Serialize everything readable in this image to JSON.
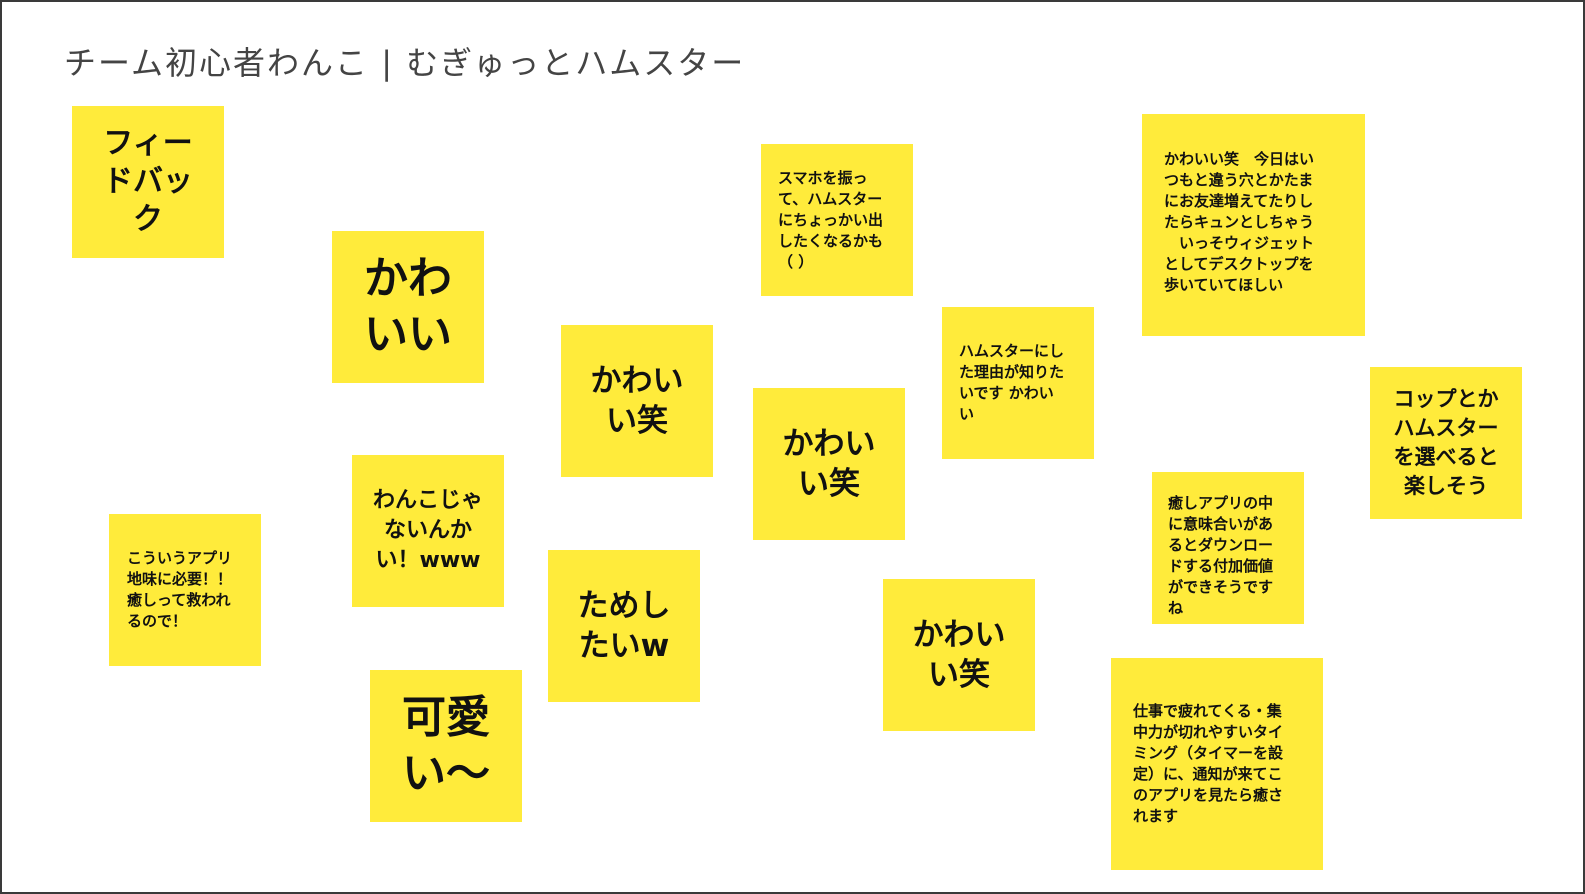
{
  "board": {
    "title": "チーム初心者わんこ | むぎゅっとハムスター",
    "note_color": "#FFEB3B",
    "notes": [
      {
        "text": "フィー\nドバッ\nク"
      },
      {
        "text": "かわ\nいい"
      },
      {
        "text": "かわい\nい笑"
      },
      {
        "text": "わんこじゃ\nないんか\nい！www"
      },
      {
        "text": "こういうアプリ\n地味に必要！！\n癒しって救われ\nるので！"
      },
      {
        "text": "ためし\nたいw"
      },
      {
        "text": "可愛\nい〜"
      },
      {
        "text": "スマホを振っ\nて、ハムスター\nにちょっかい出\nしたくなるかも\n（ ）"
      },
      {
        "text": "かわい\nい笑"
      },
      {
        "text": "ハムスターにし\nた理由が知りた\nいです かわい\nい"
      },
      {
        "text": "かわい\nい笑"
      },
      {
        "text": "かわいい笑　今日はい\nつもと違う穴とかたま\nにお友達増えてたりし\nたらキュンとしちゃう\n　いっそウィジェット\nとしてデスクトップを\n歩いていてほしい"
      },
      {
        "text": "癒しアプリの中\nに意味合いがあ\nるとダウンロー\nドする付加価値\nができそうです\nね"
      },
      {
        "text": "仕事で疲れてくる・集\n中力が切れやすいタイ\nミング（タイマーを設\n定）に、通知が来てこ\nのアプリを見たら癒さ\nれます"
      },
      {
        "text": "コップとか\nハムスター\nを選べると\n楽しそう"
      }
    ]
  }
}
